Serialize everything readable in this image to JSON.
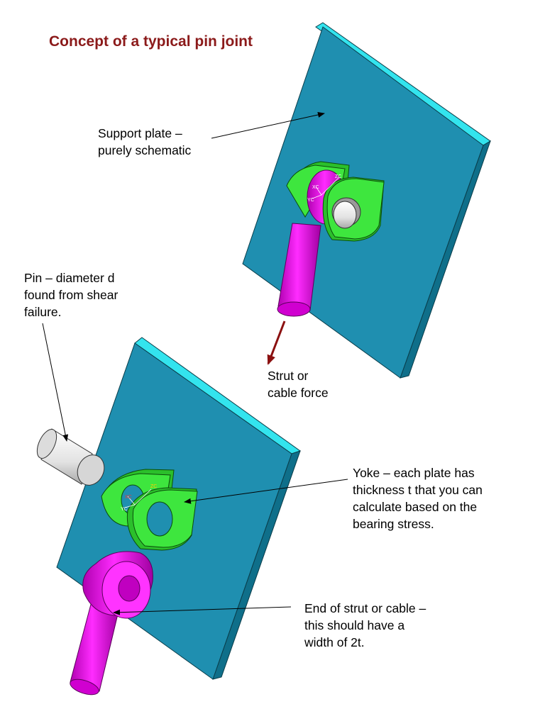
{
  "title": "Concept of a typical pin joint",
  "labels": {
    "support_plate": [
      "Support plate –",
      "purely schematic"
    ],
    "pin": [
      "Pin – diameter d",
      "found from shear",
      "failure."
    ],
    "strut_force": [
      "Strut or",
      "cable force"
    ],
    "yoke": [
      "Yoke – each plate has",
      "thickness t that you can",
      "calculate based on the",
      "bearing stress."
    ],
    "strut_end": [
      "End of strut or cable –",
      "this should have a",
      "width of 2t."
    ]
  },
  "axis_triad": {
    "xc": "XC",
    "yc": "YC",
    "zc": "ZC"
  },
  "colors": {
    "title": "#8b1a1a",
    "plate_face": "#1f8fb0",
    "plate_edge": "#33e4ee",
    "plate_side": "#0f6f8a",
    "yoke": "#3ee63e",
    "strut": "#e600e6",
    "pin": "#e8e8e8",
    "force_arrow": "#8b1010"
  }
}
